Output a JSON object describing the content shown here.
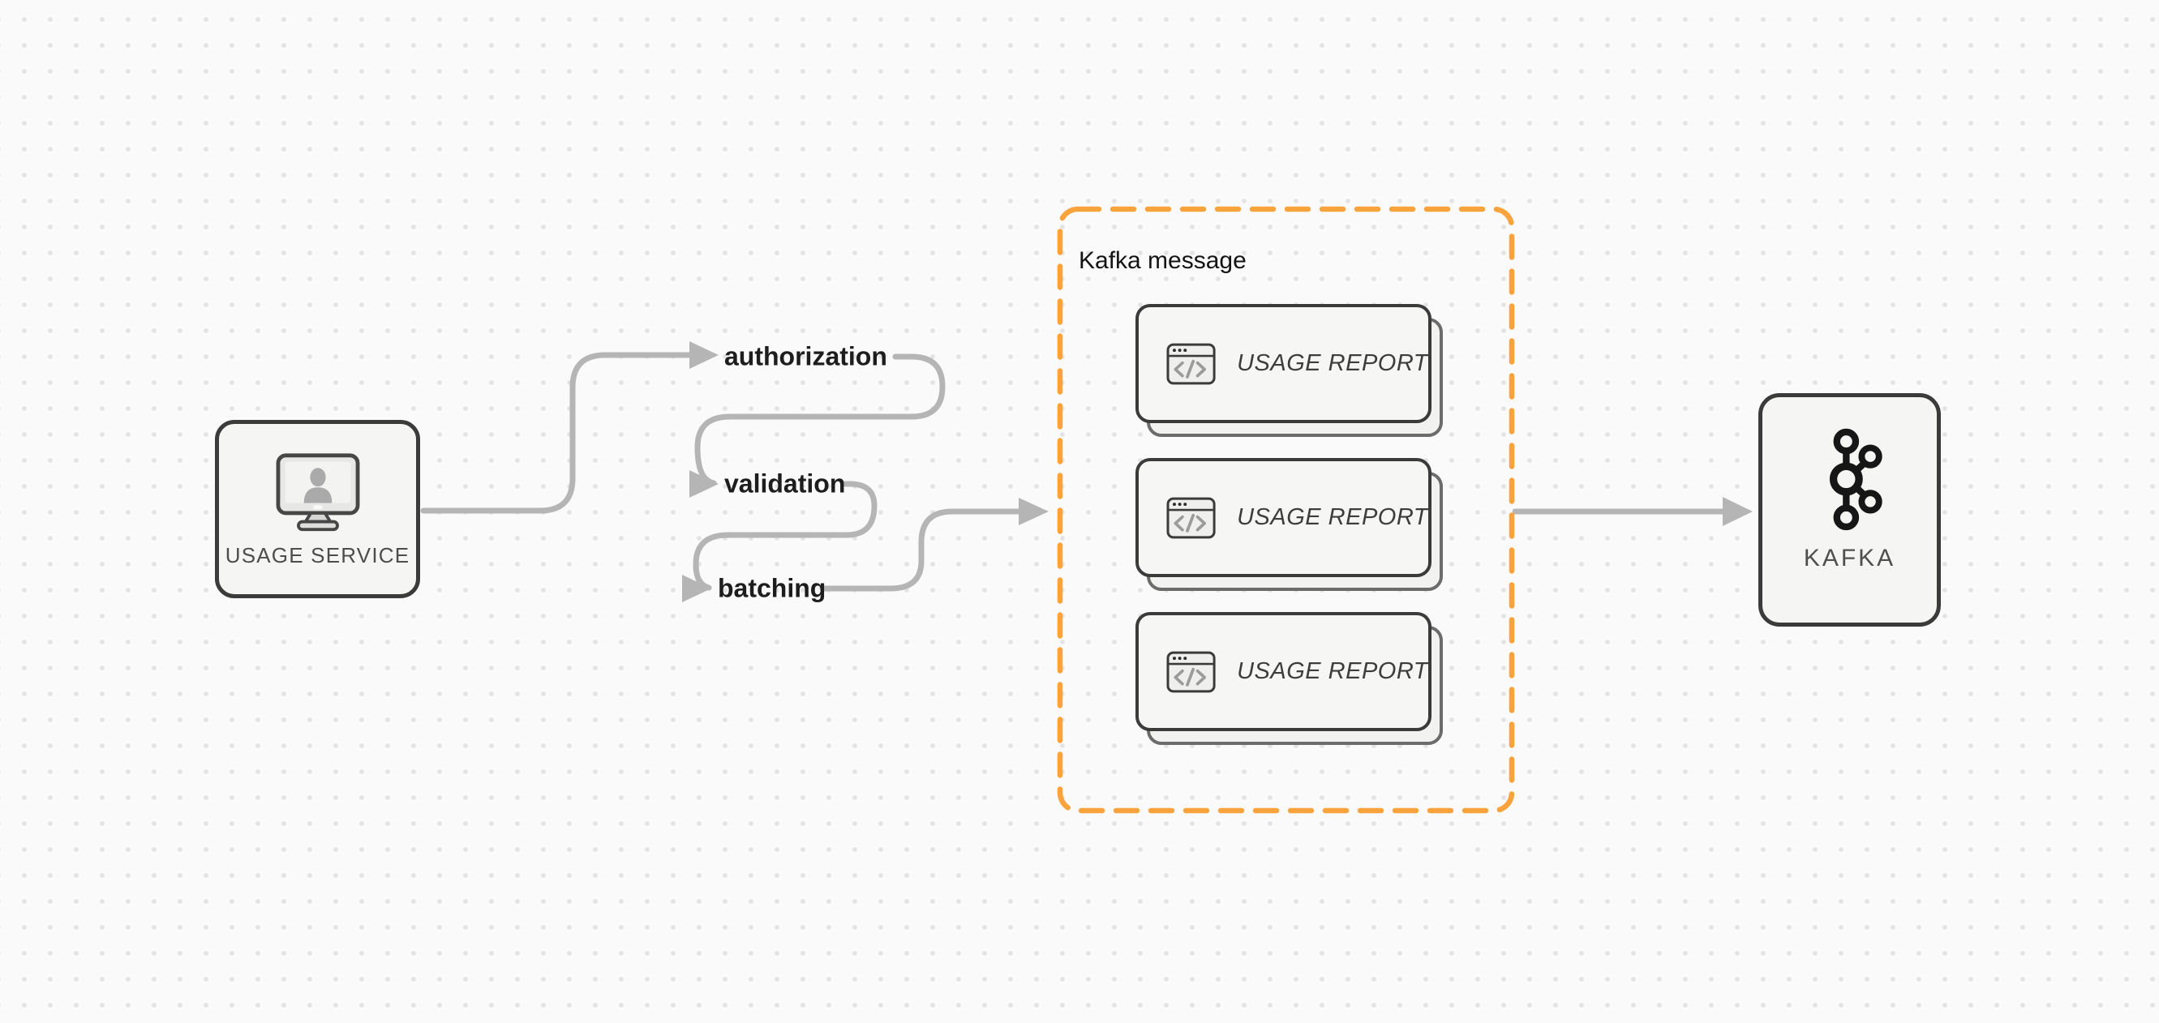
{
  "diagram": {
    "type": "flow-diagram",
    "background": "#fafafa"
  },
  "colors": {
    "dot_grid": "#e3e3e3",
    "connector_gray": "#b5b5b5",
    "node_border_dark": "#3b3b3b",
    "node_fill": "#f5f5f3",
    "accent_orange": "#f8a33c",
    "card_back_border": "#6c6c6c",
    "icon_gray": "#9b9b9b"
  },
  "nodes": {
    "usage_service": {
      "label": "USAGE SERVICE",
      "icon": "monitor-user-icon"
    },
    "kafka": {
      "label": "KAFKA",
      "icon": "kafka-logo-icon"
    }
  },
  "pipeline_steps": [
    {
      "label": "authorization"
    },
    {
      "label": "validation"
    },
    {
      "label": "batching"
    }
  ],
  "kafka_message_group": {
    "title": "Kafka message",
    "cards": [
      {
        "label": "USAGE REPORT",
        "icon": "code-window-icon"
      },
      {
        "label": "USAGE REPORT",
        "icon": "code-window-icon"
      },
      {
        "label": "USAGE REPORT",
        "icon": "code-window-icon"
      }
    ]
  }
}
